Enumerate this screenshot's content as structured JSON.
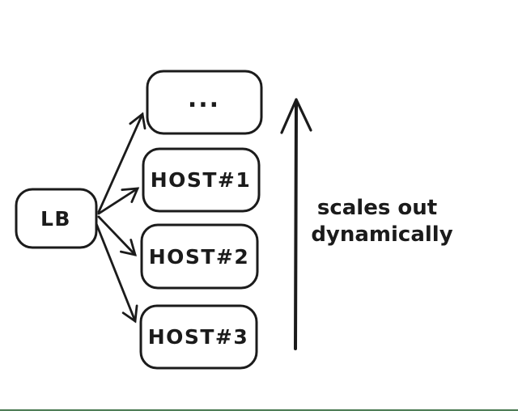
{
  "diagram": {
    "lb_label": "LB",
    "hosts": [
      "...",
      "HOST#1",
      "HOST#2",
      "HOST#3"
    ],
    "annotation": {
      "line1": "scales out",
      "line2": "dynamically"
    },
    "colors": {
      "ink": "#1b1b1b",
      "background": "#ffffff",
      "footer_line": "#47774f"
    }
  }
}
